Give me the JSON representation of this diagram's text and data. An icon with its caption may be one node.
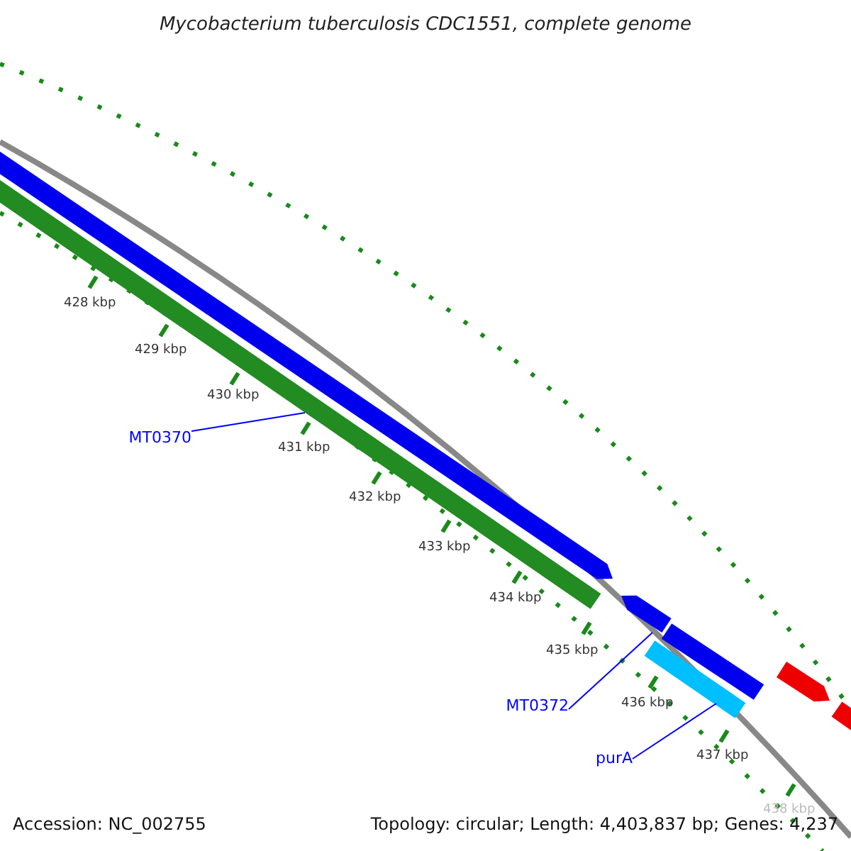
{
  "diagram": {
    "title": "Mycobacterium tuberculosis CDC1551, complete genome",
    "nodes": [
      {
        "text": [
          "MT0370"
        ]
      },
      {
        "text": [
          "MT0372"
        ]
      },
      {
        "text": [
          "purA"
        ]
      },
      {
        "text": [],
        "shape": "bar"
      },
      {
        "text": [],
        "shape": "bar"
      },
      {
        "text": [],
        "shape": "bar"
      }
    ],
    "edges": [
      {
        "from": 0,
        "to": 3,
        "arrow": "none"
      },
      {
        "from": 1,
        "to": 4,
        "arrow": "none"
      },
      {
        "from": 2,
        "to": 5,
        "arrow": "none"
      }
    ],
    "labels": [
      "428 kbp",
      "429 kbp",
      "430 kbp",
      "431 kbp",
      "432 kbp",
      "433 kbp",
      "434 kbp",
      "435 kbp",
      "436 kbp",
      "437 kbp",
      "438 kbp",
      "Accession: NC_002755",
      "Topology: circular; Length: 4,403,837 bp; Genes: 4,237"
    ]
  }
}
